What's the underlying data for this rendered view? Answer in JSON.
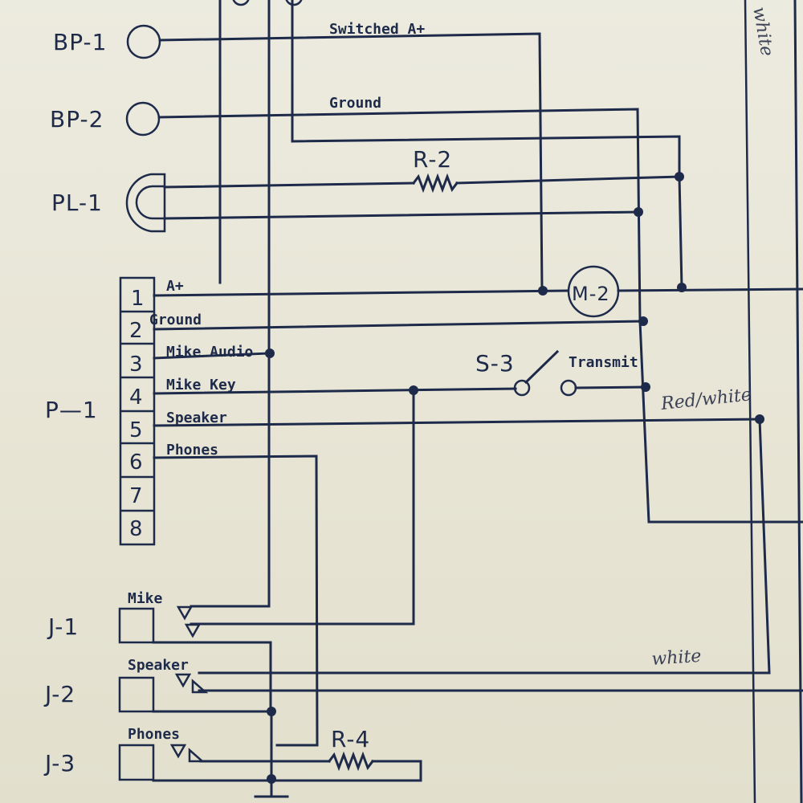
{
  "labels": {
    "bp1": "BP-1",
    "bp2": "BP-2",
    "pl1": "PL-1",
    "p1": "P—1",
    "r2": "R-2",
    "r4": "R-4",
    "m2": "M-2",
    "s3": "S-3",
    "transmit": "Transmit",
    "switched_a": "Switched A+",
    "ground_top": "Ground",
    "j1": "J-1",
    "j2": "J-2",
    "j3": "J-3",
    "j1_name": "Mike",
    "j2_name": "Speaker",
    "j3_name": "Phones"
  },
  "p1": {
    "pins": [
      "1",
      "2",
      "3",
      "4",
      "5",
      "6",
      "7",
      "8"
    ],
    "names": [
      "A+",
      "Ground",
      "Mike Audio",
      "Mike Key",
      "Speaker",
      "Phones"
    ]
  },
  "notes": {
    "red_white": "Red/white",
    "white_bottom": "white",
    "white_top": "white"
  },
  "colors": {
    "ink": "#1e2a4a",
    "paper": "#e9e6d8",
    "pencil": "#3b4156"
  }
}
